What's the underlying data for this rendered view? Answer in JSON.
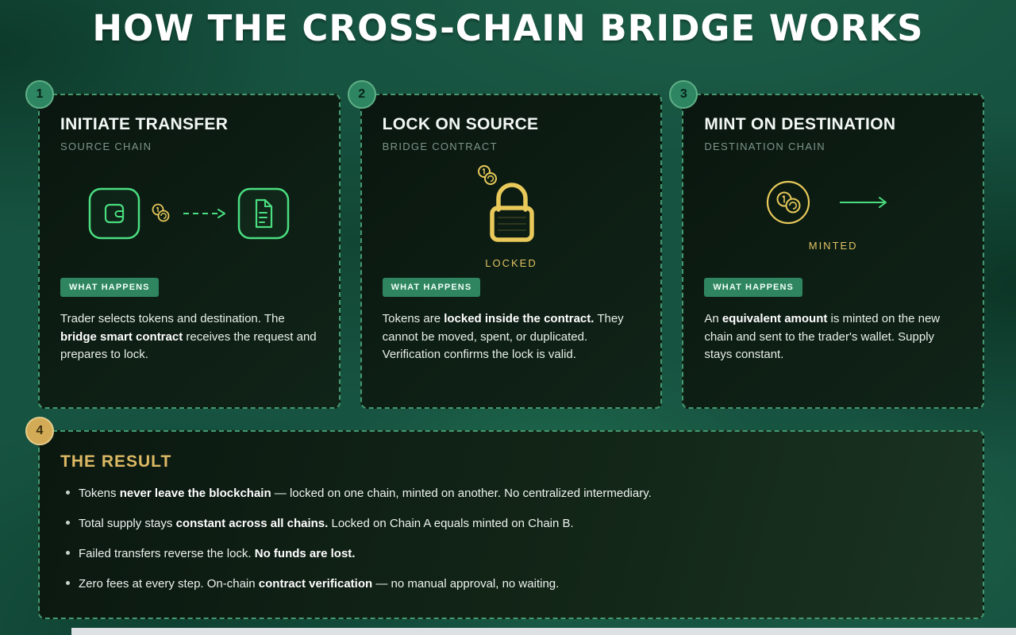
{
  "page": {
    "title": "HOW THE CROSS-CHAIN BRIDGE WORKS"
  },
  "steps": [
    {
      "number": "1",
      "title": "INITIATE TRANSFER",
      "subtitle": "SOURCE CHAIN",
      "badge": "WHAT HAPPENS",
      "caption": "",
      "body": [
        {
          "t": "Trader selects tokens and destination. The "
        },
        {
          "t": "bridge smart contract",
          "b": true
        },
        {
          "t": " receives the request and prepares to lock."
        }
      ]
    },
    {
      "number": "2",
      "title": "LOCK ON SOURCE",
      "subtitle": "BRIDGE CONTRACT",
      "badge": "WHAT HAPPENS",
      "caption": "LOCKED",
      "body": [
        {
          "t": "Tokens are "
        },
        {
          "t": "locked inside the contract.",
          "b": true
        },
        {
          "t": " They cannot be moved, spent, or duplicated. Verification confirms the lock is valid."
        }
      ]
    },
    {
      "number": "3",
      "title": "MINT ON DESTINATION",
      "subtitle": "DESTINATION CHAIN",
      "badge": "WHAT HAPPENS",
      "caption": "MINTED",
      "body": [
        {
          "t": "An "
        },
        {
          "t": "equivalent amount",
          "b": true
        },
        {
          "t": " is minted on the new chain and sent to the trader's wallet. Supply stays constant."
        }
      ]
    }
  ],
  "result": {
    "number": "4",
    "title": "THE RESULT",
    "bullets": [
      [
        {
          "t": "Tokens "
        },
        {
          "t": "never leave the blockchain",
          "b": true
        },
        {
          "t": " — locked on one chain, minted on another. No centralized intermediary."
        }
      ],
      [
        {
          "t": "Total supply stays "
        },
        {
          "t": "constant across all chains.",
          "b": true
        },
        {
          "t": " Locked on Chain A equals minted on Chain B."
        }
      ],
      [
        {
          "t": "Failed transfers reverse the lock. "
        },
        {
          "t": "No funds are lost.",
          "b": true
        }
      ],
      [
        {
          "t": "Zero fees at every step. On-chain "
        },
        {
          "t": "contract verification",
          "b": true
        },
        {
          "t": " — no manual approval, no waiting."
        }
      ]
    ]
  },
  "icons": {
    "wallet": "wallet-icon",
    "coins": "coins-icon",
    "arrow": "arrow-right-icon",
    "document": "document-icon",
    "lock": "lock-icon",
    "minted_coins": "coin-circle-icon"
  },
  "colors": {
    "accent_green": "#4ade80",
    "gold": "#e8c95a",
    "badge_green": "#2f8560",
    "border_dashed": "#44996f",
    "result_title_gold": "#dcb964"
  }
}
